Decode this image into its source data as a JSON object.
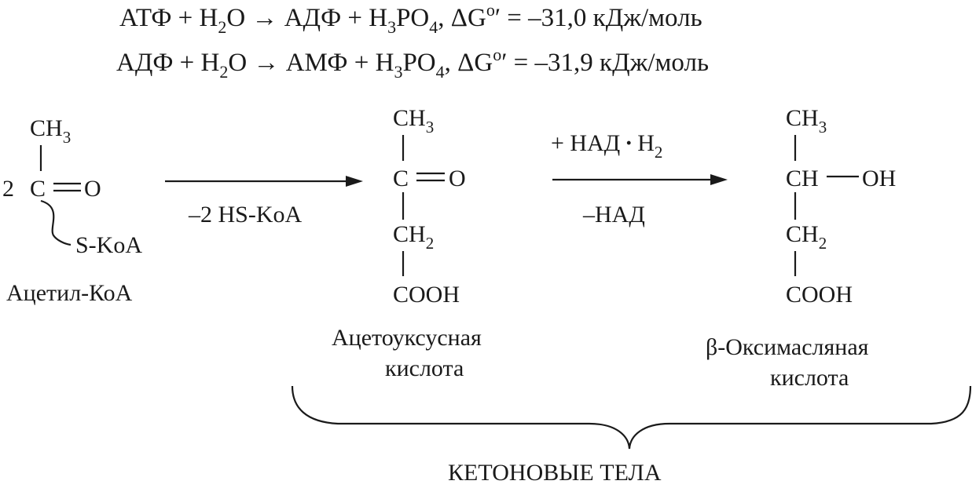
{
  "equations": {
    "eq1": {
      "p1": "АТФ + H",
      "s1": "2",
      "p2": "O → АДФ + H",
      "s2": "3",
      "p3": "PO",
      "s3": "4",
      "p4": ", ΔG",
      "sup": "o",
      "prime": "′",
      "p5": " = –31,0 кДж/моль"
    },
    "eq2": {
      "p1": "АДФ + H",
      "s1": "2",
      "p2": "O → АМФ + H",
      "s2": "3",
      "p3": "PO",
      "s3": "4",
      "p4": ", ΔG",
      "sup": "o",
      "prime": "′",
      "p5": " = –31,9 кДж/моль"
    }
  },
  "acetyl_coa": {
    "coefficient": "2",
    "ch": "CH",
    "ch_sub": "3",
    "c": "C",
    "o": "O",
    "s_koa": "S-KoA",
    "label": "Ацетил-КоА"
  },
  "reaction1": {
    "byproduct": "–2 HS-KoA"
  },
  "acetoacetic": {
    "ch": "CH",
    "ch_sub": "3",
    "c": "C",
    "o": "O",
    "ch2": "CH",
    "ch2_sub": "2",
    "cooh": "COOH",
    "label_line1": "Ацетоуксусная",
    "label_line2": "кислота"
  },
  "reaction2": {
    "reagent_prefix": "+ НАД",
    "reagent_dot": "·",
    "reagent_h": "H",
    "reagent_sub": "2",
    "byproduct": "–НАД"
  },
  "hydroxybutyric": {
    "ch": "CH",
    "ch_sub": "3",
    "ch_mid": "CH",
    "oh": "OH",
    "ch2": "CH",
    "ch2_sub": "2",
    "cooh": "COOH",
    "label_line1": "β-Оксимасляная",
    "label_line2": "кислота"
  },
  "group_label": "КЕТОНОВЫЕ ТЕЛА"
}
